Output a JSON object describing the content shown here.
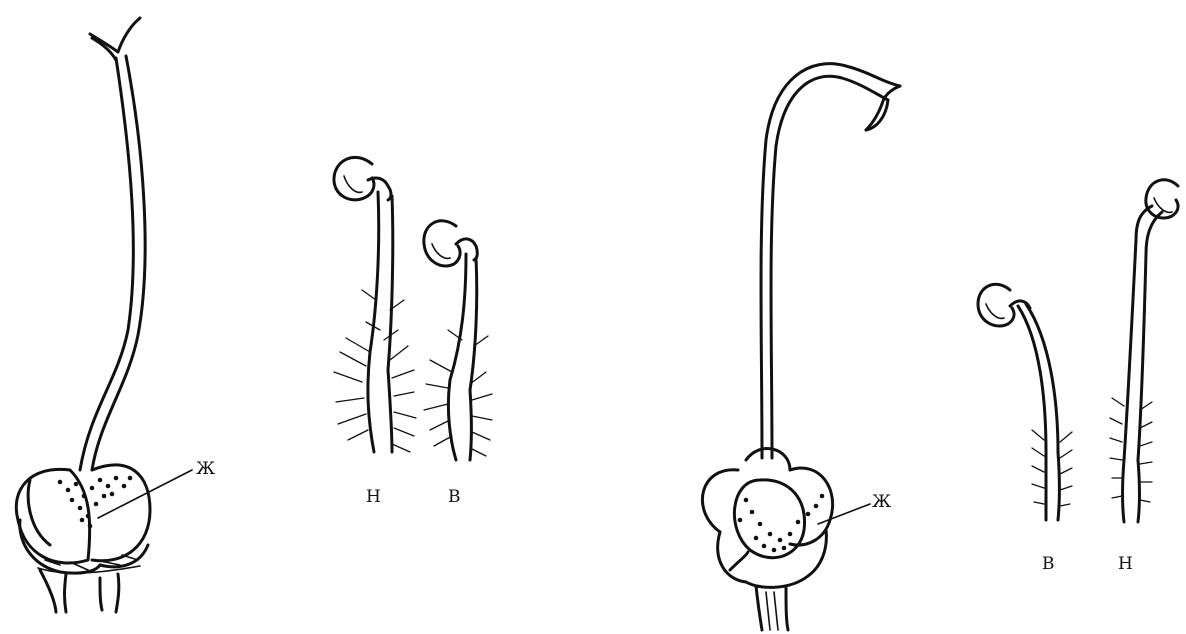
{
  "labels": {
    "pistil_left": "Ж",
    "stamen_left_a": "Н",
    "stamen_left_b": "В",
    "pistil_right": "Ж",
    "stamen_right_a": "В",
    "stamen_right_b": "Н"
  }
}
